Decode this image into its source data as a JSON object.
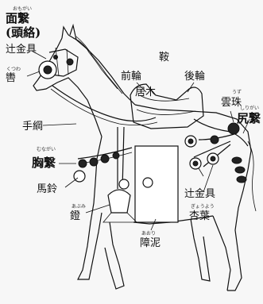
{
  "labels": {
    "omogai_ruby": "おもがい",
    "omogai": "面繋",
    "omogai_sub": "(頭絡)",
    "tsujikanagu_head": "辻金具",
    "kutsuwa_ruby": "くつわ",
    "kutsuwa": "轡",
    "tazuna": "手綱",
    "munagai_ruby": "むながい",
    "munagai": "胸繋",
    "barei": "馬鈴",
    "abumi_ruby": "あぶみ",
    "abumi": "鐙",
    "aori_ruby": "あおり",
    "aori": "障泥",
    "kura": "鞍",
    "maewa": "前輪",
    "igi": "居木",
    "shizuwa": "後輪",
    "uzu_ruby": "うず",
    "uzu": "雲珠",
    "shirigai_ruby": "しりがい",
    "shirigai": "尻繋",
    "tsujikanagu_body": "辻金具",
    "gyoyo_ruby": "ぎょうよう",
    "gyoyo": "杏葉"
  }
}
